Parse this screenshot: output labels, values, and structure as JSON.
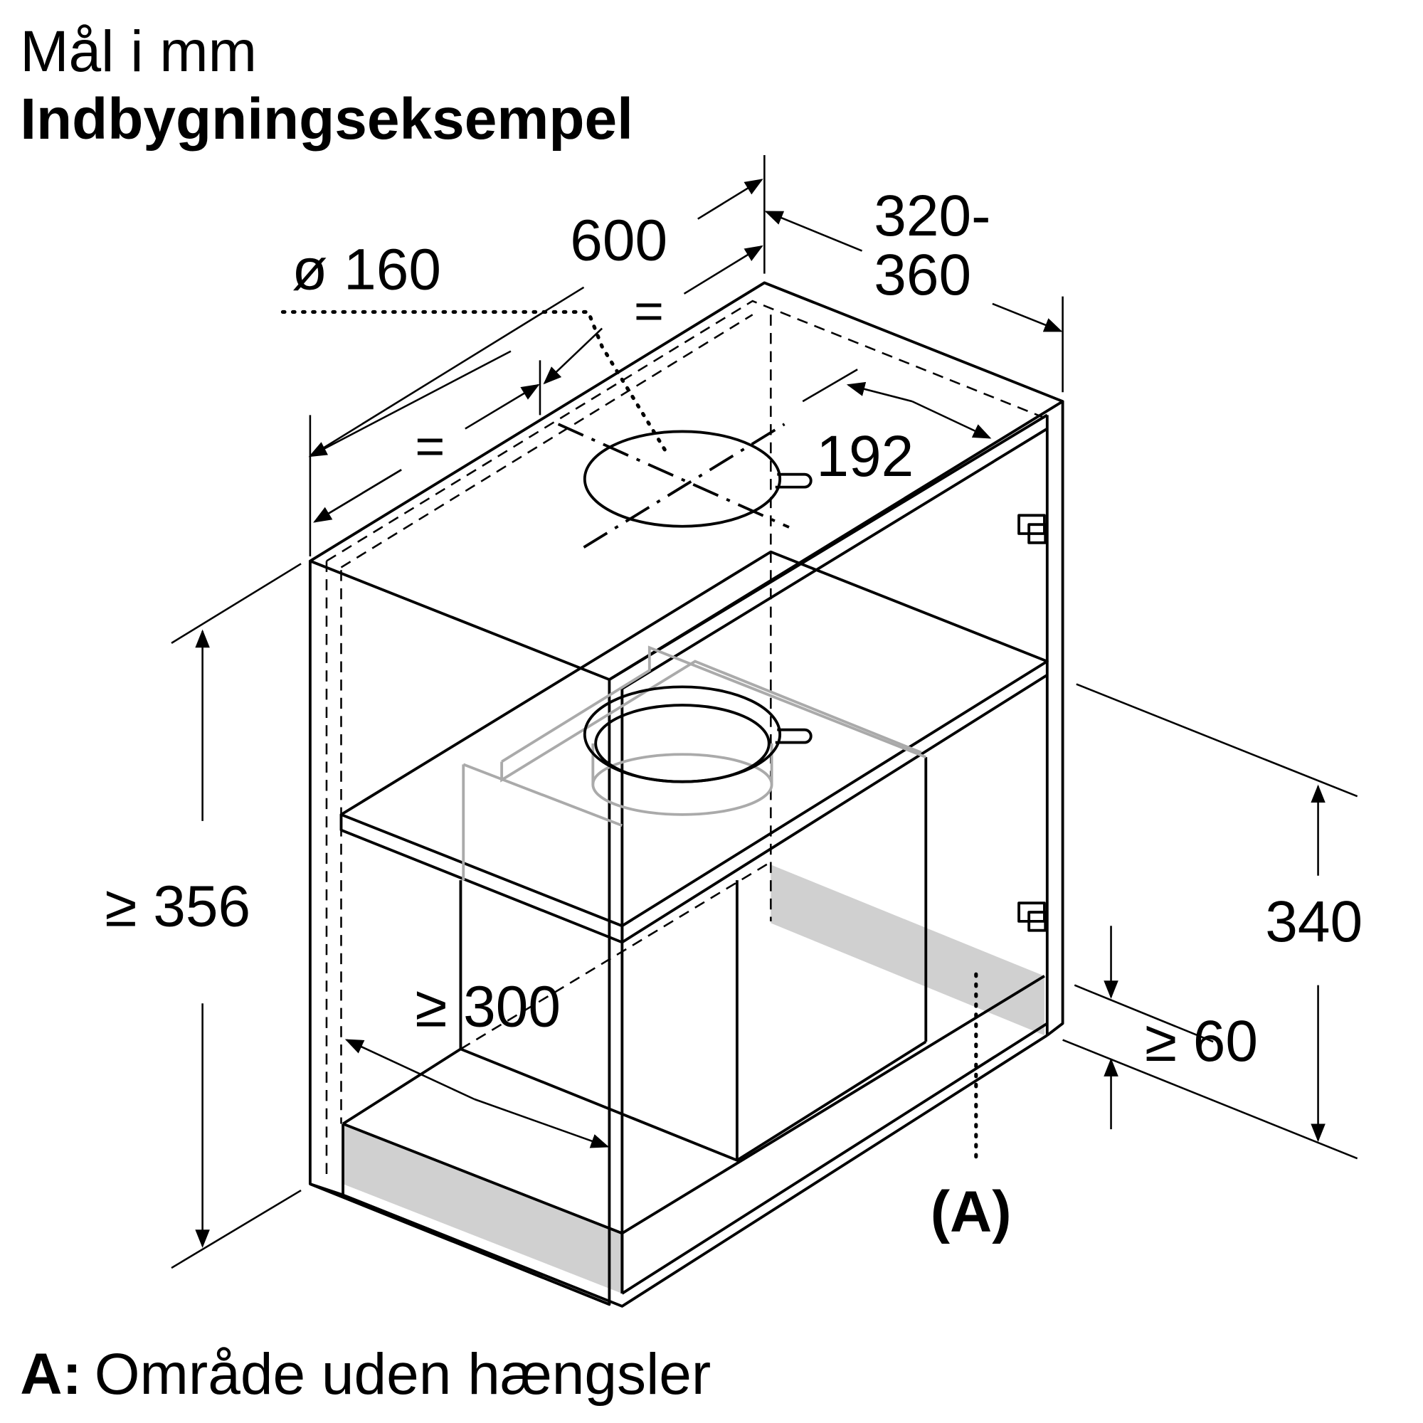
{
  "header": {
    "units": "Mål i mm",
    "title": "Indbygningseksempel"
  },
  "dimensions": {
    "width": "600",
    "depth_line1": "320-",
    "depth_line2": "360",
    "duct_diameter": "ø 160",
    "offset": "192",
    "equal_1": "=",
    "equal_2": "=",
    "cabinet_height": "≥ 356",
    "inner_depth": "≥ 300",
    "height": "340",
    "min_gap": "≥ 60"
  },
  "callout": {
    "label": "(A)"
  },
  "legend": {
    "key": "A:",
    "text": "Område uden hængsler"
  },
  "colors": {
    "line": "#000000",
    "hidden": "#aaaaaa",
    "shade": "#d0d0d0"
  }
}
